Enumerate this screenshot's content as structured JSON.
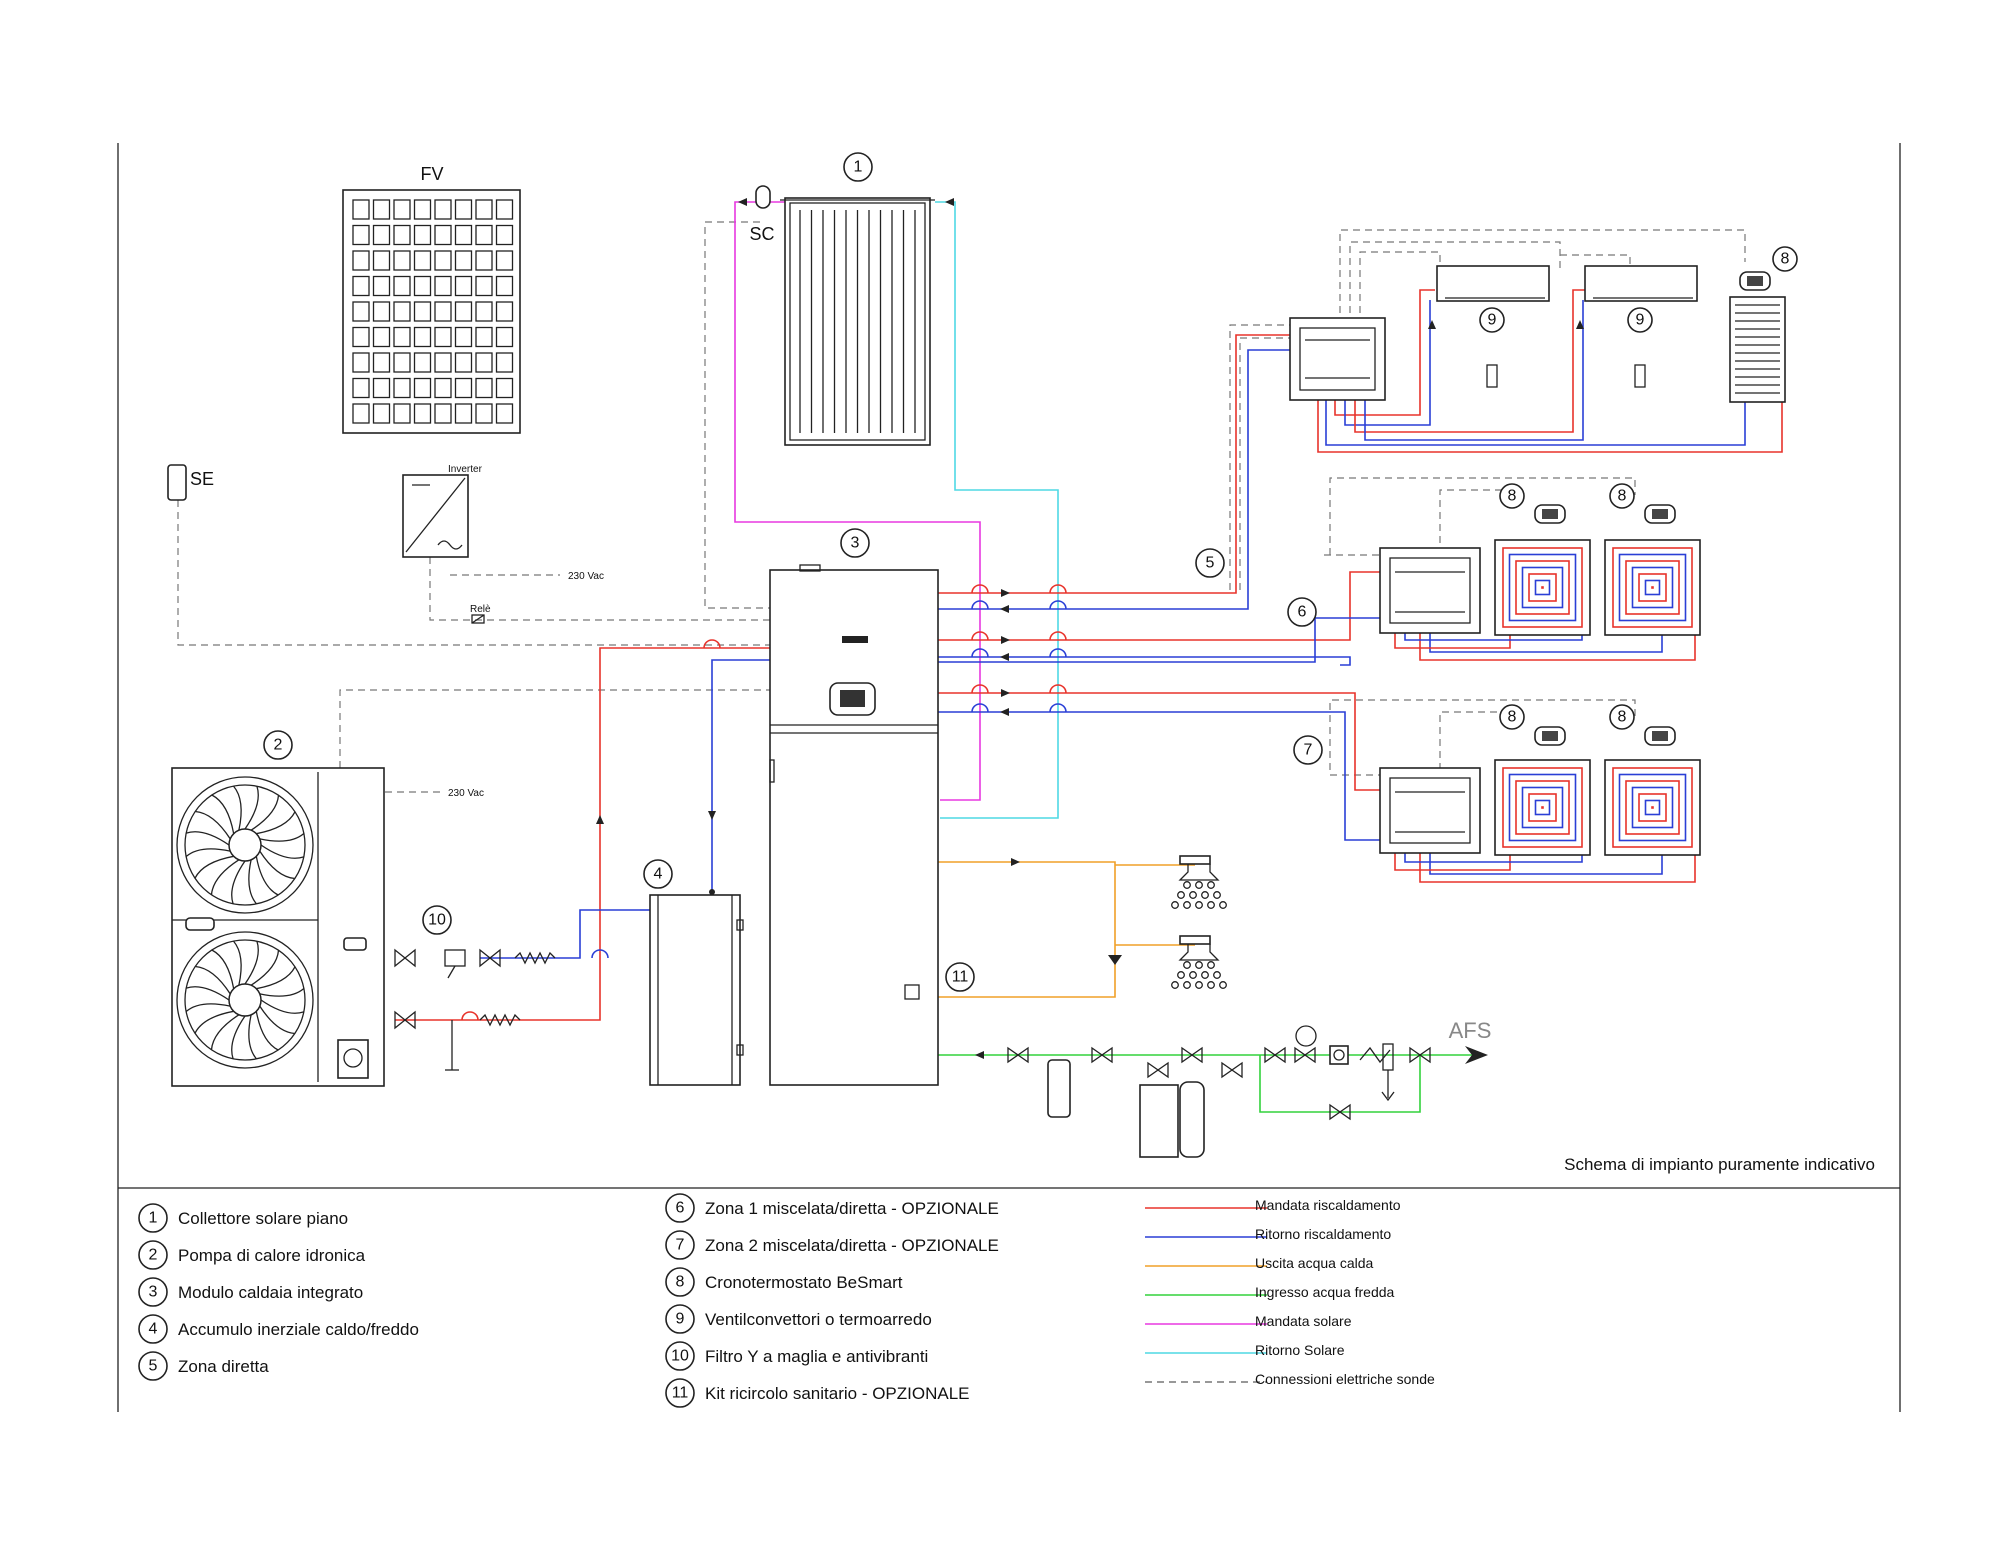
{
  "diagram": {
    "labels": {
      "fv": "FV",
      "sc": "SC",
      "se": "SE",
      "inverter": "Inverter",
      "vac_1": "230  Vac",
      "vac_2": "230  Vac",
      "rele": "Relè",
      "afs": "AFS",
      "note": "Schema di impianto puramente indicativo"
    },
    "callouts": [
      "1",
      "2",
      "3",
      "4",
      "5",
      "6",
      "7",
      "8",
      "8",
      "8",
      "8",
      "8",
      "9",
      "9",
      "10",
      "11"
    ]
  },
  "legend": {
    "components": [
      {
        "num": "1",
        "text": "Collettore solare piano"
      },
      {
        "num": "2",
        "text": "Pompa di calore idronica"
      },
      {
        "num": "3",
        "text": "Modulo caldaia integrato"
      },
      {
        "num": "4",
        "text": "Accumulo inerziale caldo/freddo"
      },
      {
        "num": "5",
        "text": "Zona diretta"
      },
      {
        "num": "6",
        "text": "Zona 1 miscelata/diretta -  OPZIONALE"
      },
      {
        "num": "7",
        "text": "Zona 2 miscelata/diretta - OPZIONALE"
      },
      {
        "num": "8",
        "text": "Cronotermostato  BeSmart"
      },
      {
        "num": "9",
        "text": "Ventilconvettori o termoarredo"
      },
      {
        "num": "10",
        "text": "Filtro Y a maglia e antivibranti"
      },
      {
        "num": "11",
        "text": "Kit ricircolo sanitario - OPZIONALE"
      }
    ],
    "lines": [
      {
        "text": "Mandata riscaldamento",
        "color": "#e8332b"
      },
      {
        "text": "Ritorno riscaldamento",
        "color": "#2a3fd6"
      },
      {
        "text": "Uscita acqua calda",
        "color": "#f0a028"
      },
      {
        "text": "Ingresso acqua fredda",
        "color": "#32d23c"
      },
      {
        "text": "Mandata solare",
        "color": "#e838e0"
      },
      {
        "text": "Ritorno Solare",
        "color": "#4fd9e4"
      },
      {
        "text": "Connessioni elettriche sonde",
        "color": "#777777"
      }
    ]
  }
}
